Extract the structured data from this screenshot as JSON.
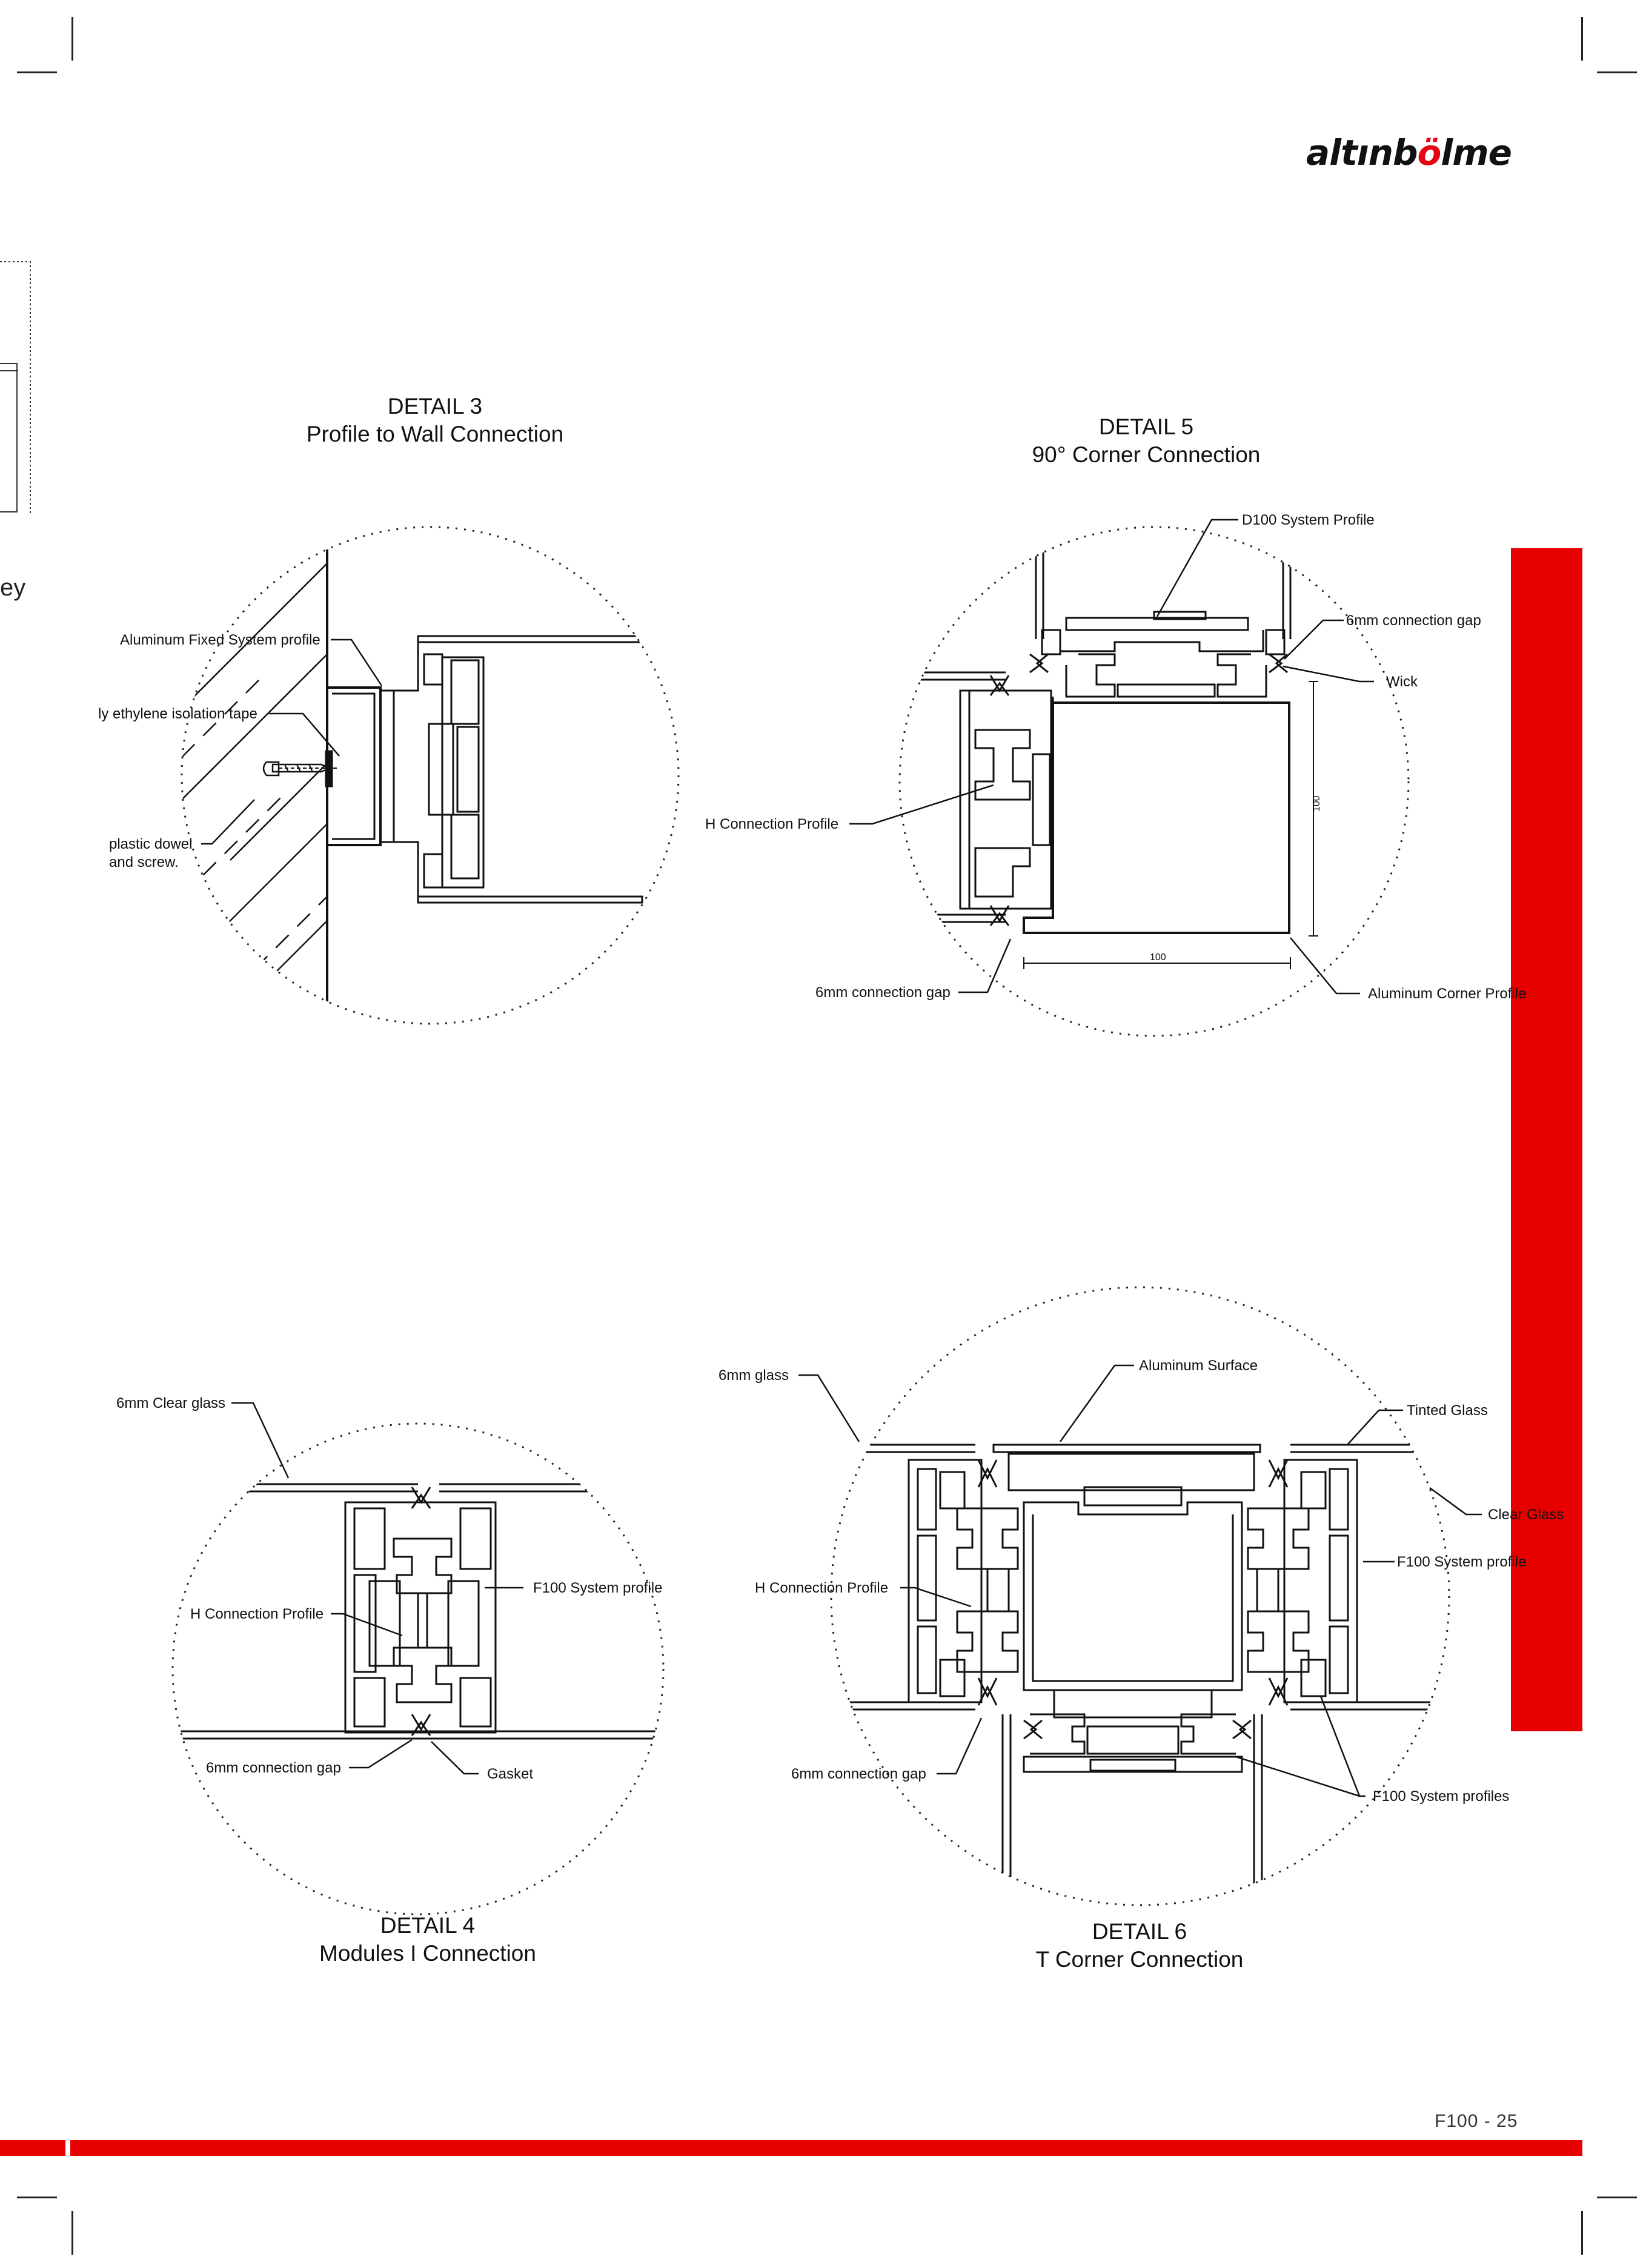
{
  "brand": {
    "logo_prefix": "altınb",
    "logo_o": "ö",
    "logo_suffix": "lme"
  },
  "page": {
    "page_number": "F100 - 25",
    "left_edge_fragment": "ey",
    "accent_color": "#e60000"
  },
  "details": {
    "d3": {
      "number": "DETAIL 3",
      "name": "Profile to Wall Connection",
      "labels": {
        "profile": "Aluminum Fixed System profile",
        "tape": "ly ethylene isolation tape",
        "dowel_1": "plastic dowel",
        "dowel_2": "and screw."
      }
    },
    "d5": {
      "number": "DETAIL 5",
      "name": "90°  Corner Connection",
      "labels": {
        "d100": "D100 System Profile",
        "gap_top": "6mm connection gap",
        "wick": "Wick",
        "h_profile": "H Connection Profile",
        "gap_bottom": "6mm connection gap",
        "corner": "Aluminum Corner Profile",
        "dim_vertical": "100",
        "dim_horizontal": "100"
      }
    },
    "d4": {
      "number": "DETAIL 4",
      "name": "Modules I Connection",
      "labels": {
        "clear_glass": "6mm Clear glass",
        "h_profile": "H Connection Profile",
        "f100": "F100 System profile",
        "gap": "6mm connection gap",
        "gasket": "Gasket"
      }
    },
    "d6": {
      "number": "DETAIL 6",
      "name": "T  Corner Connection",
      "labels": {
        "glass": "6mm glass",
        "surface": "Aluminum Surface",
        "tinted": "Tinted Glass",
        "clear": "Clear Glass",
        "f100": "F100 System profile",
        "h_profile": "H Connection Profile",
        "gap": "6mm connection gap",
        "f100_plural": "F100 System profiles"
      }
    }
  }
}
